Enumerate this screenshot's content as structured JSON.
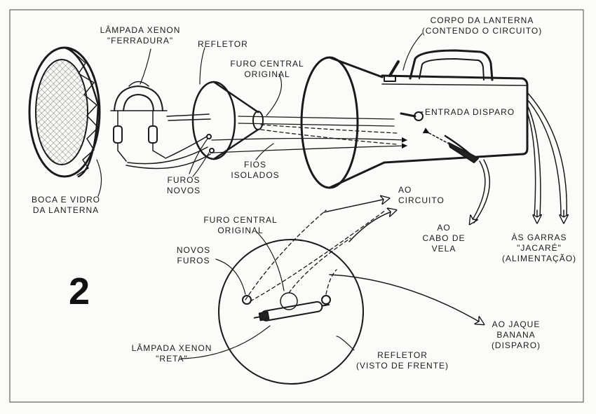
{
  "figure_number": "2",
  "labels": {
    "lampada_ferradura_1": "LÂMPADA XENON",
    "lampada_ferradura_2": "\"FERRADURA\"",
    "refletor": "REFLETOR",
    "furo_central_1": "FURO CENTRAL",
    "furo_central_2": "ORIGINAL",
    "corpo_1": "CORPO DA LANTERNA",
    "corpo_2": "(CONTENDO O CIRCUITO)",
    "entrada_disparo": "ENTRADA DISPARO",
    "furos_novos_1": "FUROS",
    "furos_novos_2": "NOVOS",
    "fios_isolados_1": "FIOS",
    "fios_isolados_2": "ISOLADOS",
    "boca_vidro_1": "BOCA E VIDRO",
    "boca_vidro_2": "DA LANTERNA",
    "ao_circuito_1": "AO",
    "ao_circuito_2": "CIRCUITO",
    "ao_cabo_1": "AO",
    "ao_cabo_2": "CABO DE",
    "ao_cabo_3": "VELA",
    "garras_1": "ÀS GARRAS",
    "garras_2": "\"JACARÉ\"",
    "garras_3": "(ALIMENTAÇÃO)",
    "furo_central_front_1": "FURO CENTRAL",
    "furo_central_front_2": "ORIGINAL",
    "novos_furos_1": "NOVOS",
    "novos_furos_2": "FUROS",
    "lampada_reta_1": "LÂMPADA XENON",
    "lampada_reta_2": "\"RETA\"",
    "refletor_frente_1": "REFLETOR",
    "refletor_frente_2": "(VISTO DE FRENTE)",
    "jaque_1": "AO JAQUE",
    "jaque_2": "BANANA",
    "jaque_3": "(DISPARO)"
  },
  "colors": {
    "ink": "#1a1a1a",
    "paper": "#fbfbf9"
  }
}
